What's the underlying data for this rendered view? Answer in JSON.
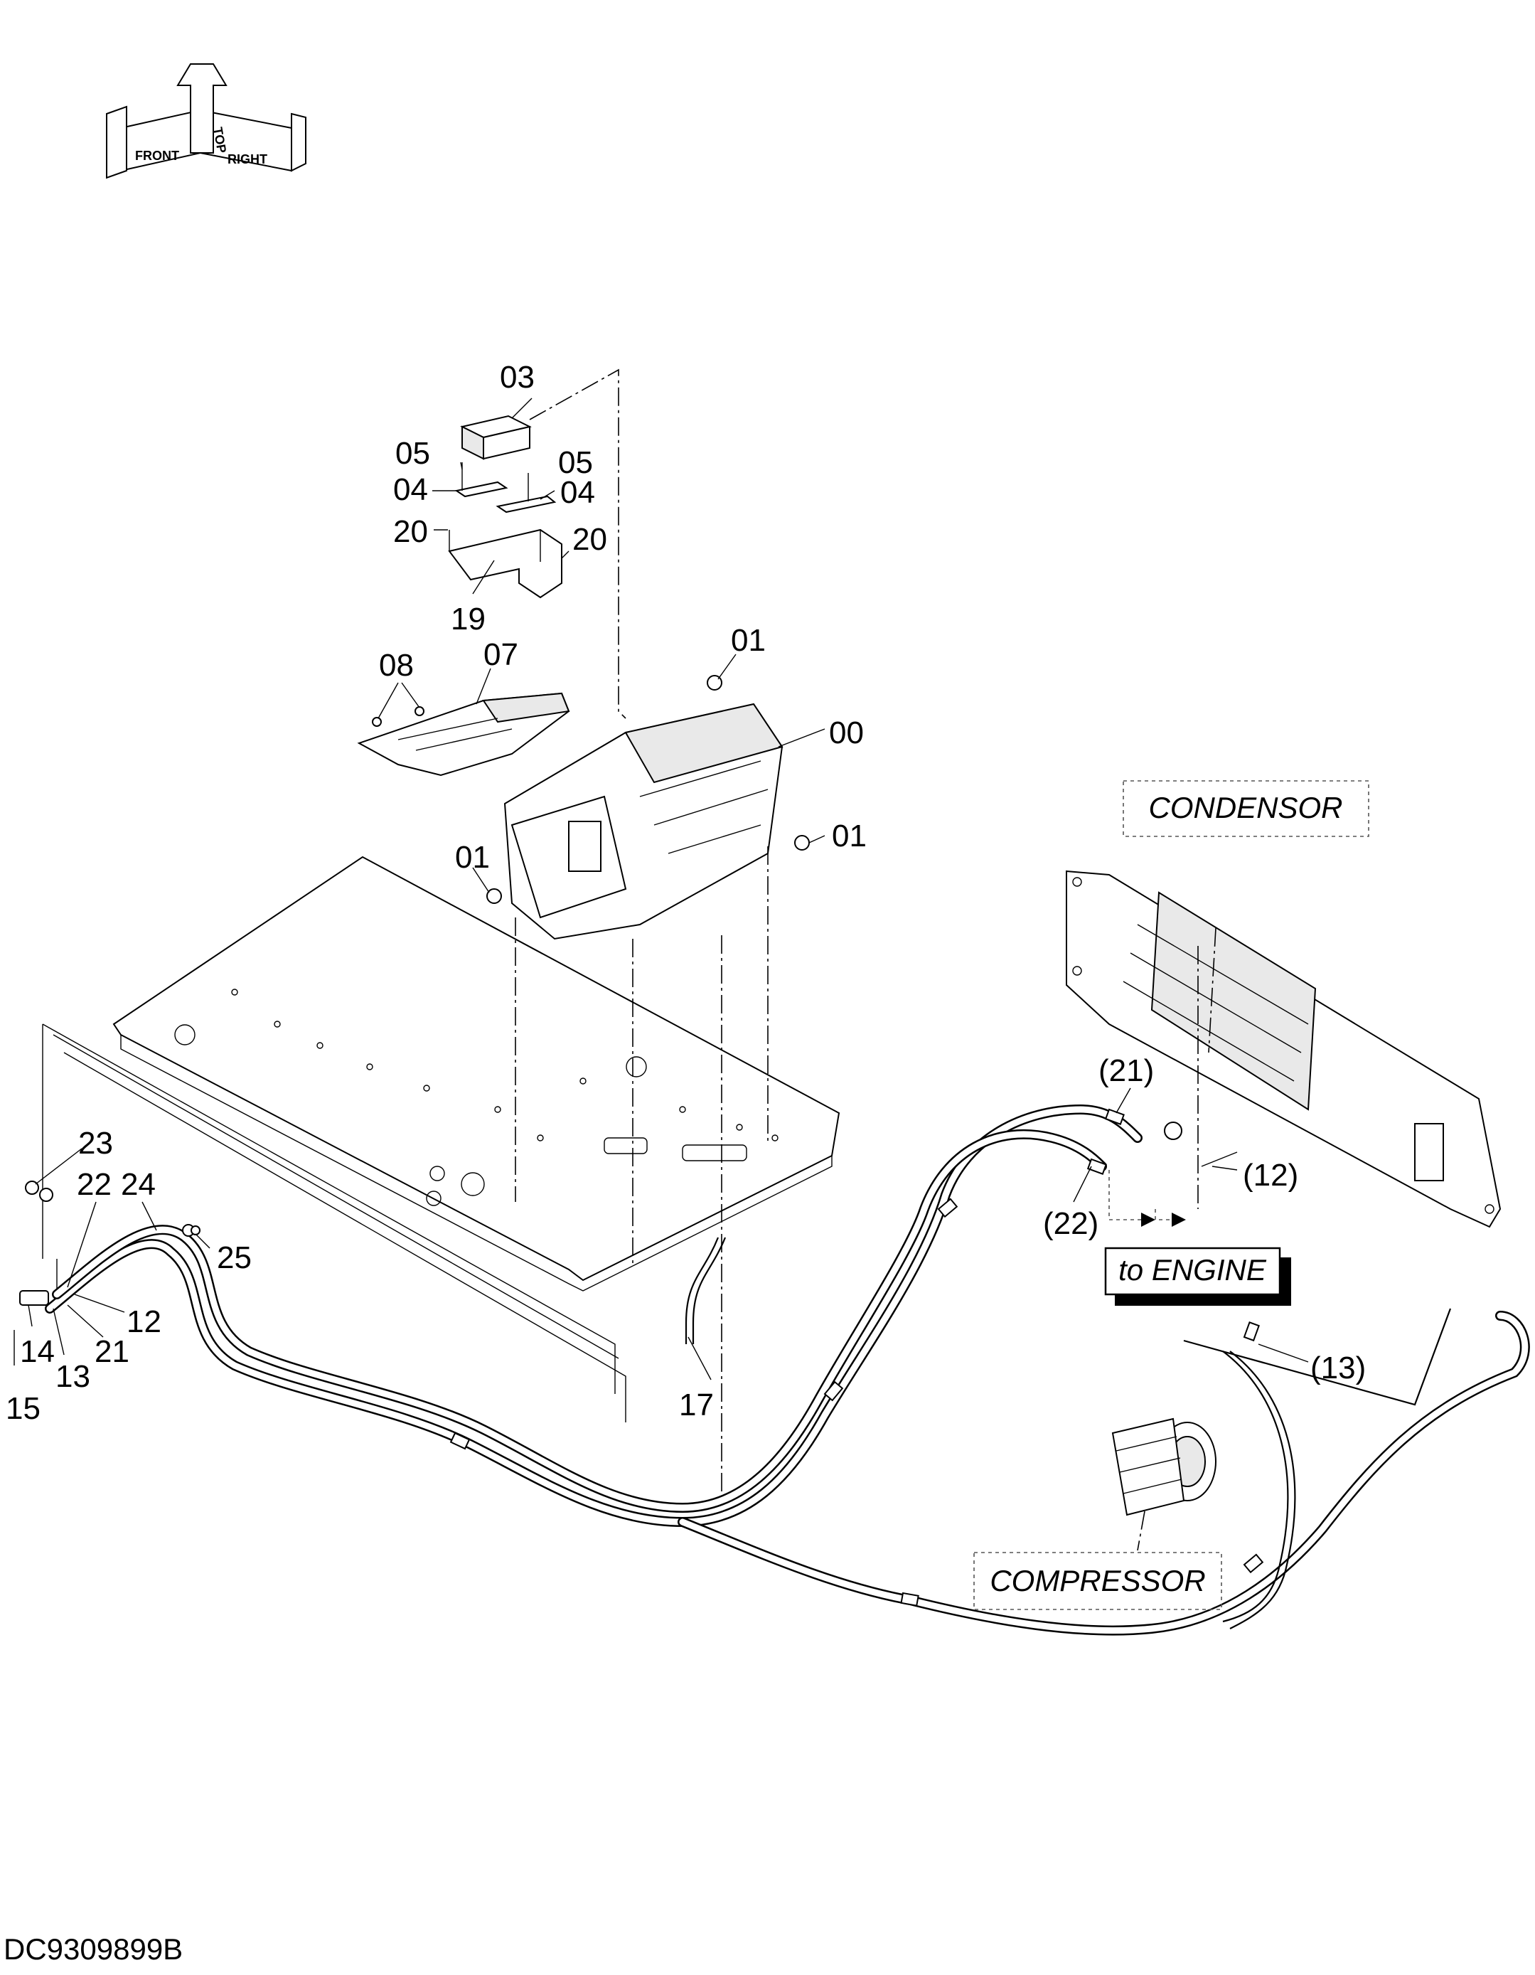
{
  "orientation": {
    "top": "TOP",
    "front": "FRONT",
    "right": "RIGHT"
  },
  "callouts": {
    "c03": "03",
    "c05a": "05",
    "c05b": "05",
    "c04a": "04",
    "c04b": "04",
    "c20a": "20",
    "c20b": "20",
    "c19": "19",
    "c08": "08",
    "c07": "07",
    "c01a": "01",
    "c00": "00",
    "c01b": "01",
    "c01c": "01",
    "c21p": "(21)",
    "c12p": "(12)",
    "c22p": "(22)",
    "c13p": "(13)",
    "c23": "23",
    "c22": "22",
    "c24": "24",
    "c25": "25",
    "c12": "12",
    "c14": "14",
    "c21": "21",
    "c13": "13",
    "c15": "15",
    "c17": "17"
  },
  "labels": {
    "condensor": "CONDENSOR",
    "to_engine": "to ENGINE",
    "compressor": "COMPRESSOR"
  },
  "doc_id": "DC9309899B"
}
